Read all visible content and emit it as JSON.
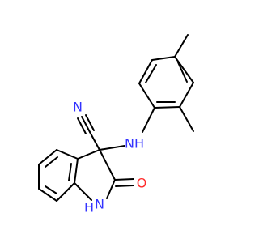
{
  "molecule": {
    "atom_labels": {
      "nitrile_n": "N",
      "amine_nh": "NH",
      "lactam_nh_n": "N",
      "lactam_nh_h": "H",
      "carbonyl_o": "O"
    },
    "colors": {
      "bond": "#000000",
      "nitrogen": "#3333ff",
      "oxygen": "#ff2a2a"
    }
  }
}
